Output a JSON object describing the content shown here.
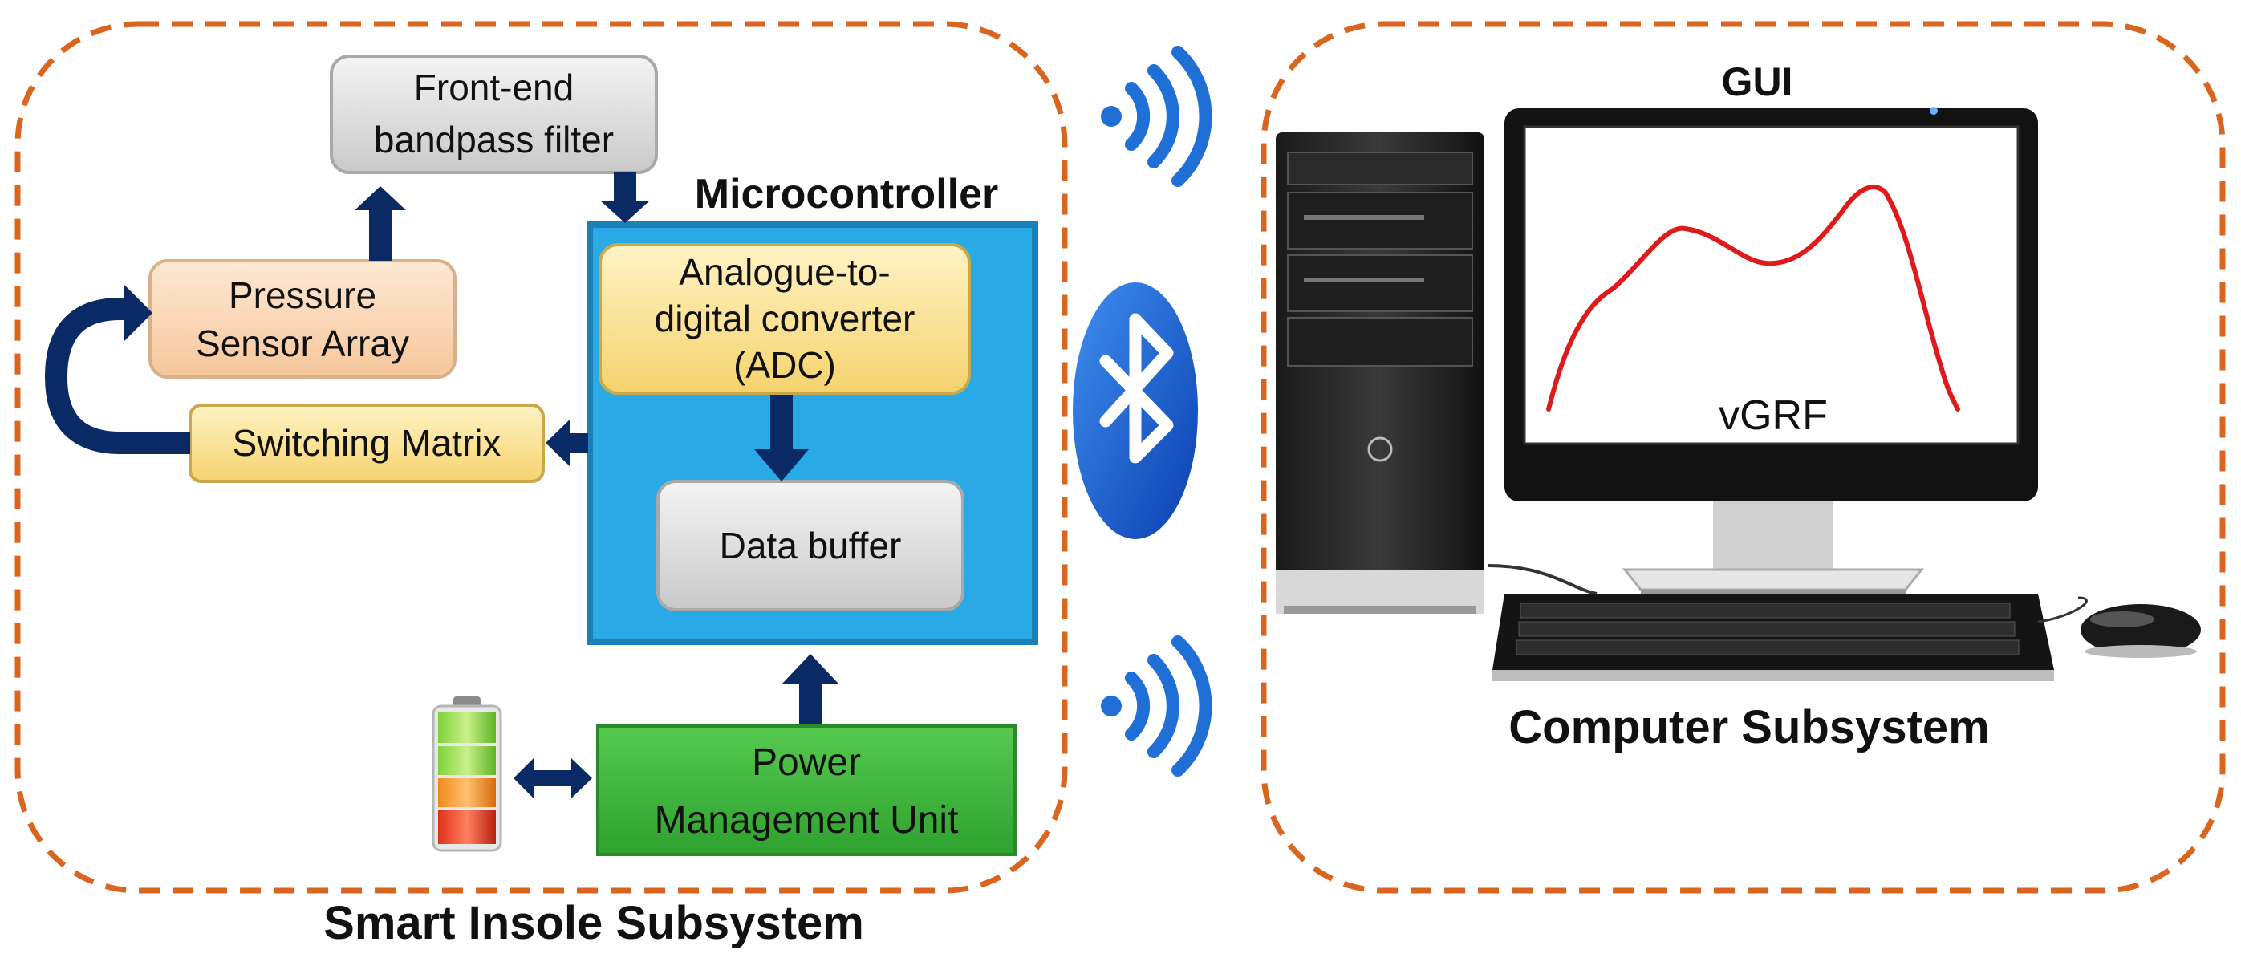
{
  "smart_insole": {
    "title": "Smart Insole Subsystem",
    "filter_line1": "Front-end",
    "filter_line2": "bandpass filter",
    "microcontroller": "Microcontroller",
    "adc_line1": "Analogue-to-",
    "adc_line2": "digital converter",
    "adc_line3": "(ADC)",
    "pressure_line1": "Pressure",
    "pressure_line2": "Sensor Array",
    "switching": "Switching Matrix",
    "buffer": "Data buffer",
    "pmu_line1": "Power",
    "pmu_line2": "Management Unit"
  },
  "computer": {
    "gui": "GUI",
    "vgrf": "vGRF",
    "title": "Computer Subsystem"
  },
  "icons": [
    "bluetooth-icon",
    "wireless-signal-icon",
    "battery-icon",
    "desktop-tower-icon",
    "monitor-icon",
    "keyboard-icon",
    "mouse-icon"
  ],
  "colors": {
    "dashed_border": "#d9651f",
    "arrow": "#0a2a66",
    "microcontroller_fill": "#29a9e6",
    "adc_fill": "#fde49a",
    "pressure_fill": "#fbd9b8",
    "switching_fill": "#fde49a",
    "grey_box": "#dcdcdc",
    "pmu_fill": "#3db83d",
    "wifi_blue": "#1f6fd6",
    "bluetooth_blue": "#1a5ad0",
    "vgrf_curve": "#e01a1a"
  }
}
